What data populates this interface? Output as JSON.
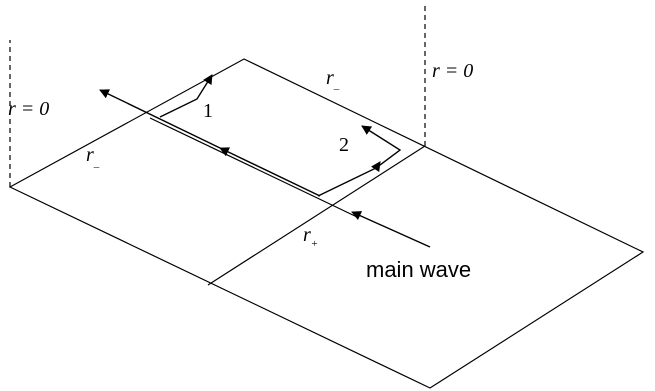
{
  "labels": {
    "r0_left": "r = 0",
    "r0_right": "r = 0",
    "r_minus_top_sym": "r",
    "r_minus_top_sub": "_",
    "r_minus_left_sym": "r",
    "r_minus_left_sub": "_",
    "r_plus_sym": "r",
    "r_plus_sub": "+",
    "path_1": "1",
    "path_2": "2",
    "main_wave": "main wave"
  },
  "colors": {
    "stroke": "#000000",
    "background": "#ffffff"
  }
}
